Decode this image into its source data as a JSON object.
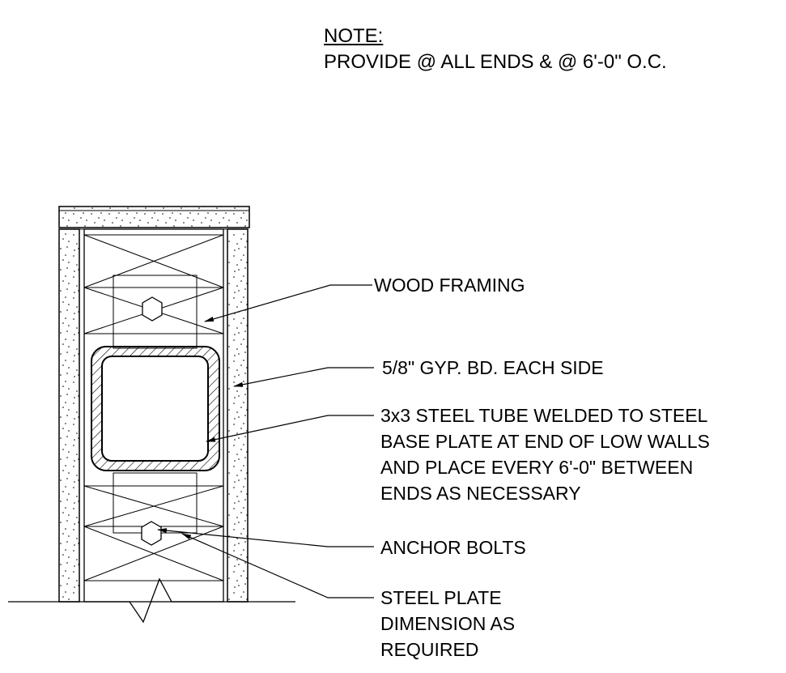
{
  "note": {
    "title": "NOTE:",
    "text": "PROVIDE @ ALL ENDS & @ 6'-0\" O.C."
  },
  "callouts": [
    {
      "id": "wood-framing",
      "lines": [
        "WOOD FRAMING"
      ]
    },
    {
      "id": "gyp-board",
      "lines": [
        "5/8\" GYP. BD. EACH SIDE"
      ]
    },
    {
      "id": "steel-tube",
      "lines": [
        "3x3 STEEL TUBE WELDED TO STEEL",
        "BASE PLATE AT END OF LOW WALLS",
        "AND PLACE EVERY 6'-0\" BETWEEN",
        "ENDS AS NECESSARY"
      ]
    },
    {
      "id": "anchor-bolts",
      "lines": [
        "ANCHOR BOLTS"
      ]
    },
    {
      "id": "steel-plate",
      "lines": [
        "STEEL PLATE",
        "DIMENSION AS",
        "REQUIRED"
      ]
    }
  ]
}
